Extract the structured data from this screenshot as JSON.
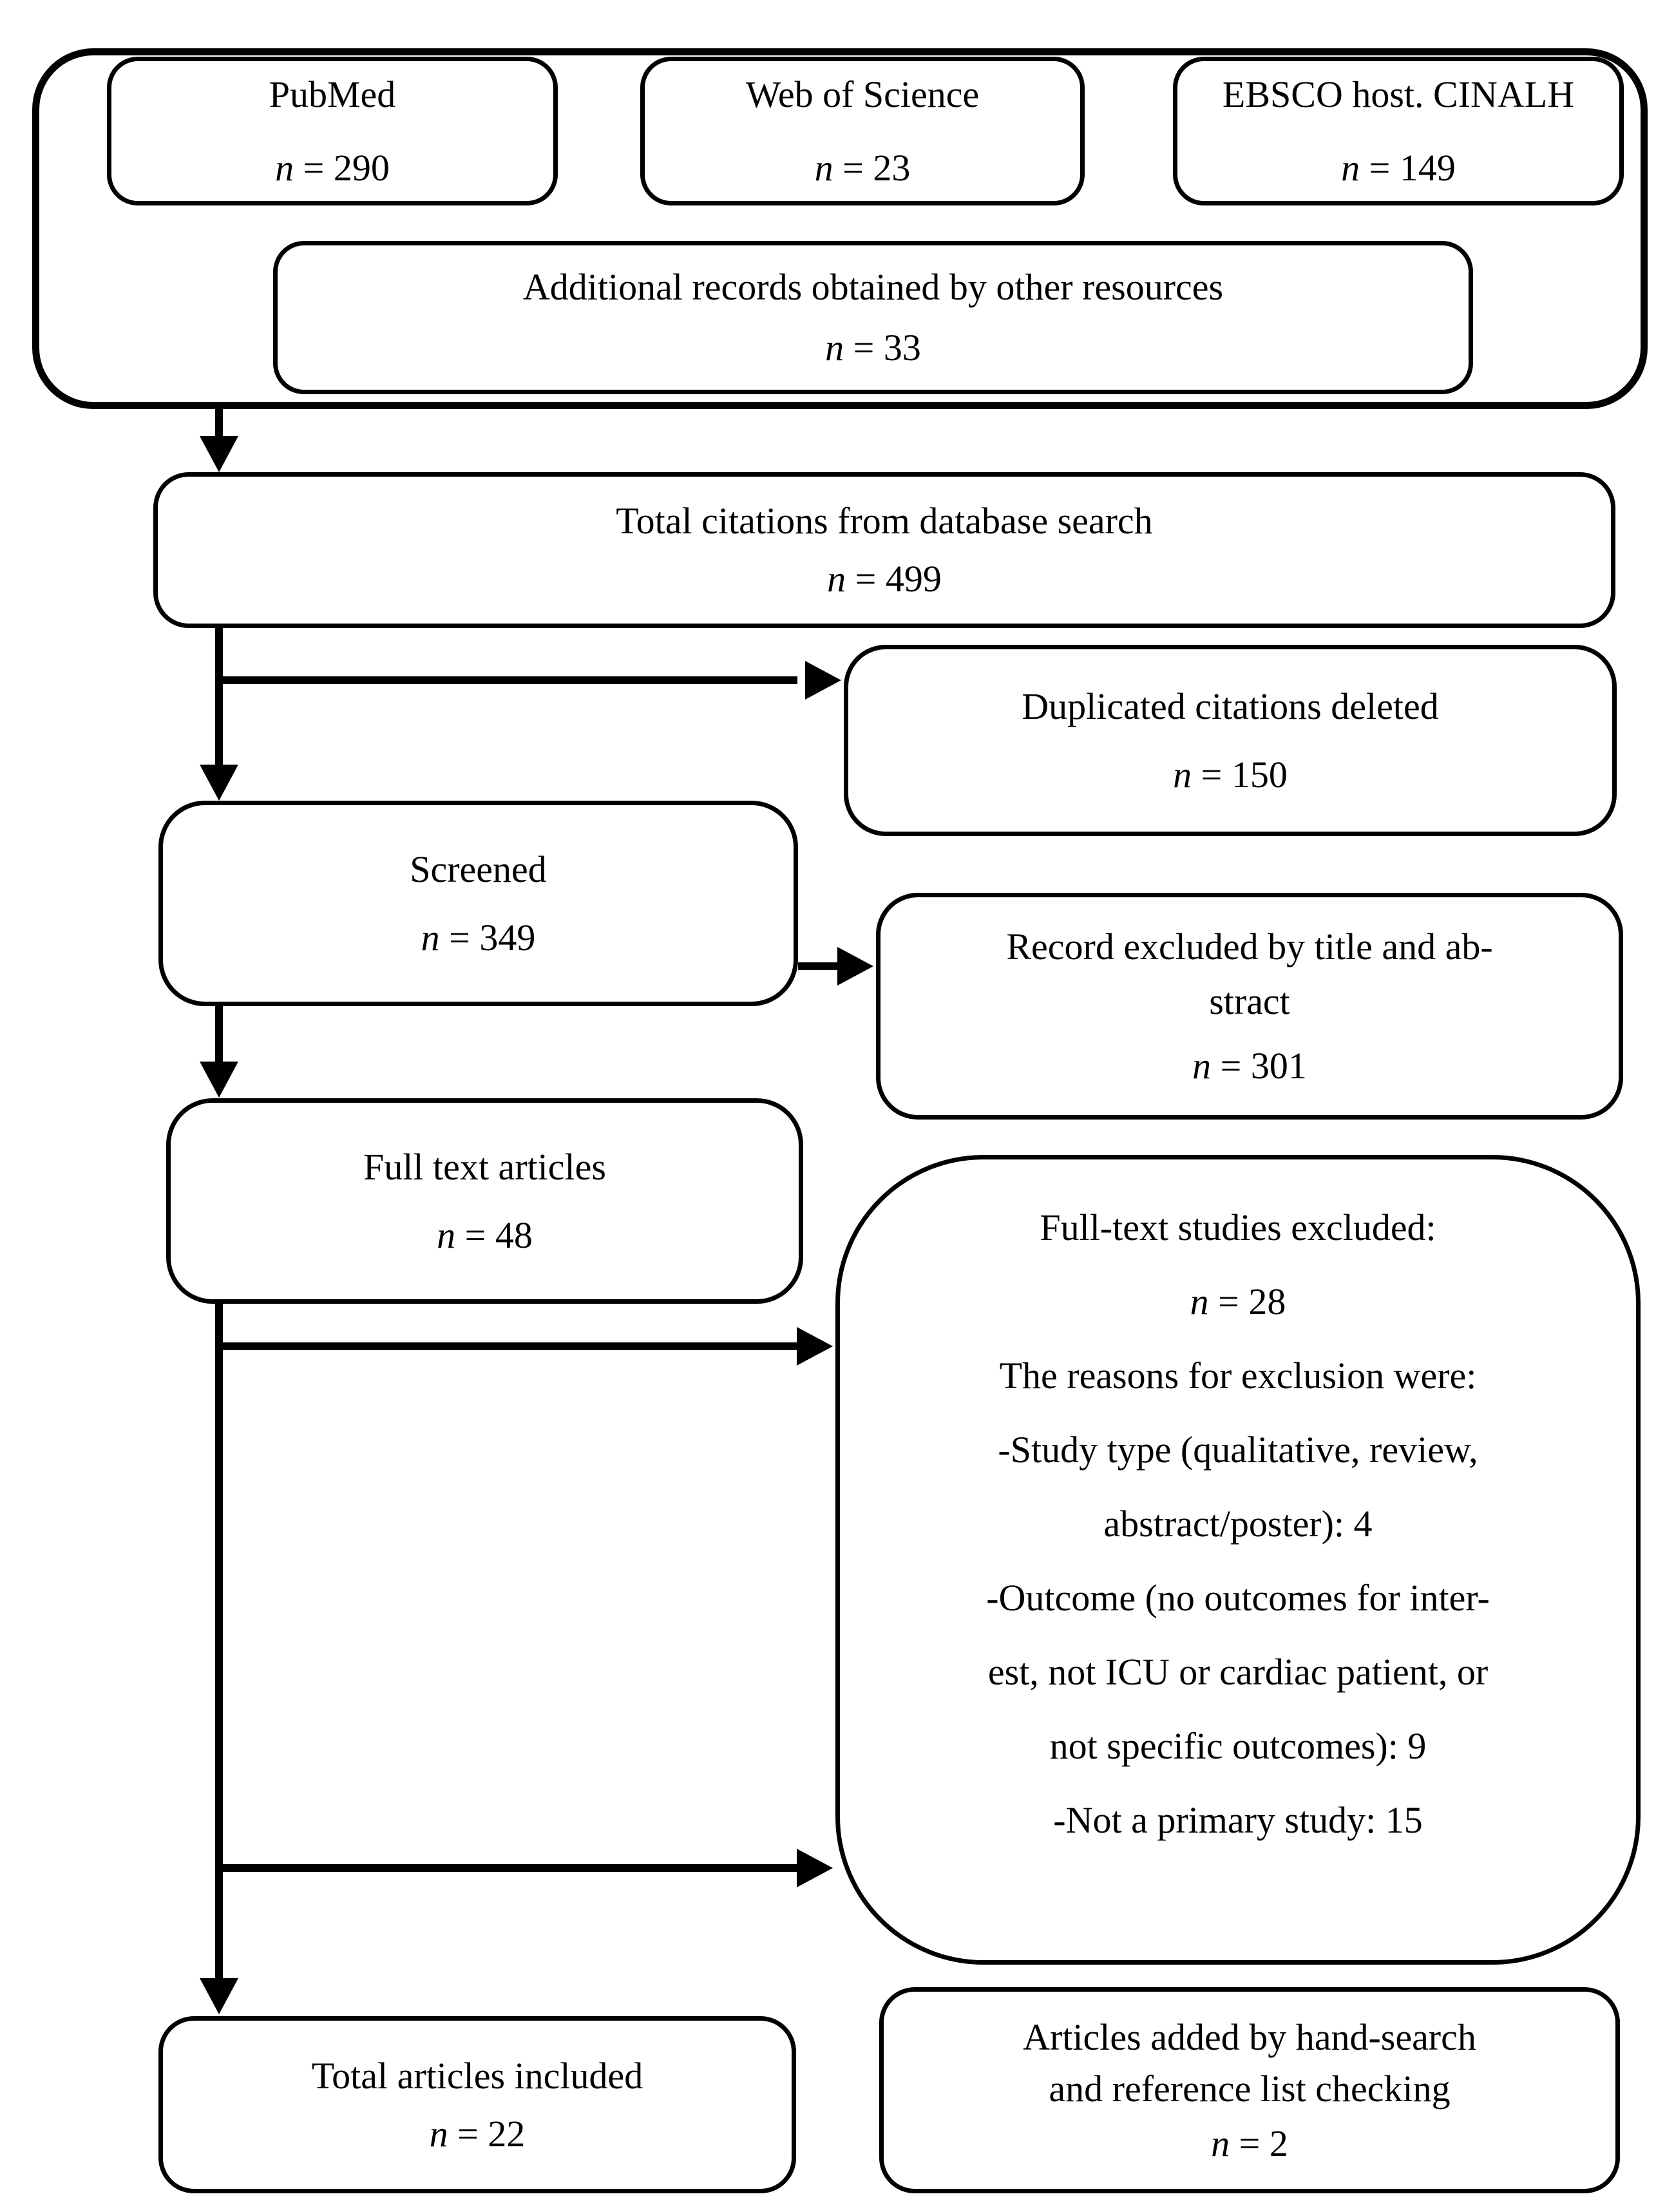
{
  "figure": {
    "type": "prisma-flow-diagram",
    "background_color": "#ffffff",
    "line_color": "#000000"
  },
  "boxes": {
    "pubmed": {
      "title": "PubMed",
      "count": "n = 290"
    },
    "web_of_science": {
      "title": "Web of Science",
      "count": "n = 23"
    },
    "ebsco": {
      "title": "EBSCO host. CINALH",
      "count": "n = 149"
    },
    "additional_records": {
      "title": "Additional records obtained by other resources",
      "count": "n = 33"
    },
    "total_citations": {
      "title": "Total citations from database search",
      "count": "n = 499"
    },
    "duplicates_deleted": {
      "title": "Duplicated citations deleted",
      "count": "n = 150"
    },
    "screened": {
      "title": "Screened",
      "count": "n = 349"
    },
    "title_abstract_excluded": {
      "line1": "Record excluded by title and ab-",
      "line2": "stract",
      "count": "n = 301"
    },
    "full_text_articles": {
      "title": "Full text articles",
      "count": "n = 48"
    },
    "full_text_excluded": {
      "title": "Full-text studies excluded:",
      "count": "n = 28",
      "lines": [
        "The reasons for exclusion were:",
        "-Study type (qualitative, review,",
        "abstract/poster): 4",
        "-Outcome (no outcomes for inter-",
        "est, not ICU or cardiac patient, or",
        "not specific outcomes): 9",
        "-Not a primary study: 15"
      ]
    },
    "total_included": {
      "title": "Total articles included",
      "count": "n = 22"
    },
    "hand_search": {
      "line1": "Articles added by hand-search",
      "line2": "and reference list checking",
      "count": "n = 2"
    }
  }
}
